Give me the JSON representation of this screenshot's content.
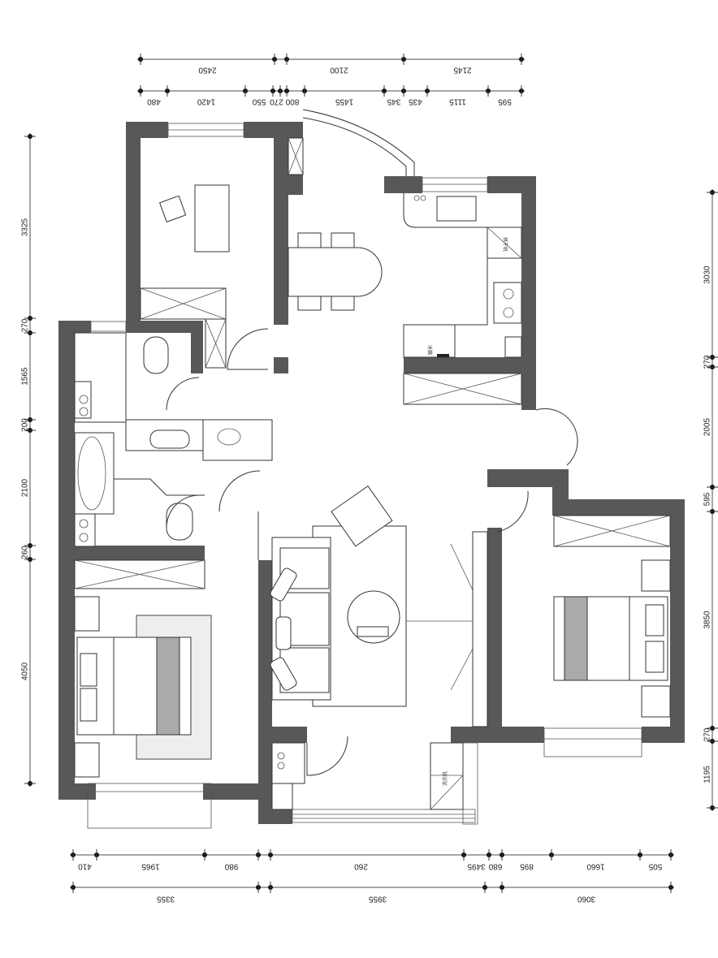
{
  "title": "Apartment floor plan",
  "dimensions": {
    "top_overall": [
      "2450",
      "2100",
      "2145"
    ],
    "top_detail": [
      "480",
      "1420",
      "550",
      "270",
      "800",
      "1455",
      "345",
      "435",
      "1115",
      "595"
    ],
    "bottom_detail": [
      "410",
      "1965",
      "980",
      "260",
      "3495",
      "680",
      "895",
      "1660",
      "505"
    ],
    "bottom_overall": [
      "3355",
      "3955",
      "3060"
    ],
    "left": [
      "3325",
      "270",
      "1565",
      "200",
      "2100",
      "260",
      "4050"
    ],
    "right": [
      "3030",
      "270",
      "2005",
      "595",
      "3850",
      "270",
      "1195"
    ]
  },
  "appliance_labels": {
    "fridge": "冰箱",
    "washer_kitchen": "烘干机",
    "washer_balcony": "洗衣机"
  }
}
